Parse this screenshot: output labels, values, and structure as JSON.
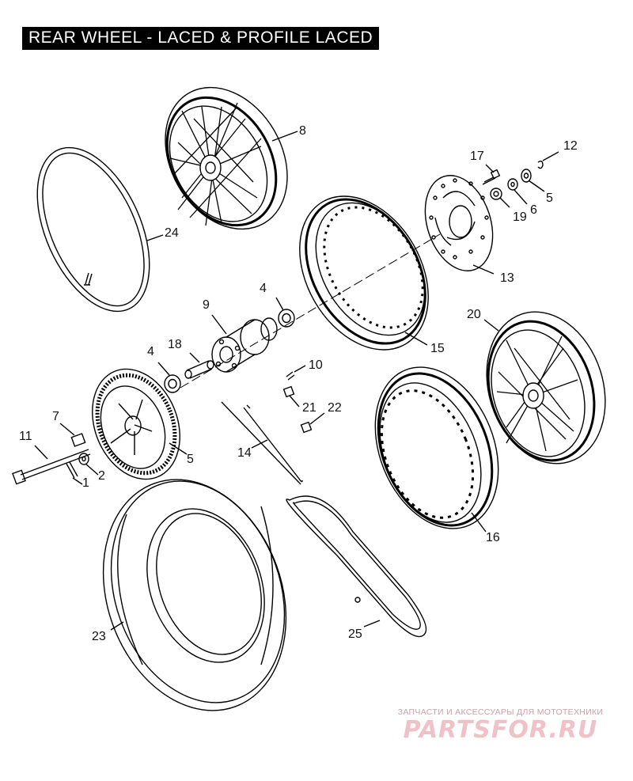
{
  "title": "REAR WHEEL - LACED & PROFILE LACED",
  "callouts": {
    "c1": "1",
    "c2": "2",
    "c4a": "4",
    "c4b": "4",
    "c5a": "5",
    "c5b": "5",
    "c6": "6",
    "c7": "7",
    "c8": "8",
    "c9": "9",
    "c10": "10",
    "c11": "11",
    "c12": "12",
    "c13": "13",
    "c14": "14",
    "c15": "15",
    "c16": "16",
    "c17": "17",
    "c18": "18",
    "c19": "19",
    "c20": "20",
    "c21": "21",
    "c22": "22",
    "c23": "23",
    "c24": "24",
    "c25": "25"
  },
  "watermark": {
    "caption": "ЗАПЧАСТИ И АКСЕССУАРЫ ДЛЯ МОТОТЕХНИКИ",
    "logo": "PARTSFOR.RU"
  }
}
